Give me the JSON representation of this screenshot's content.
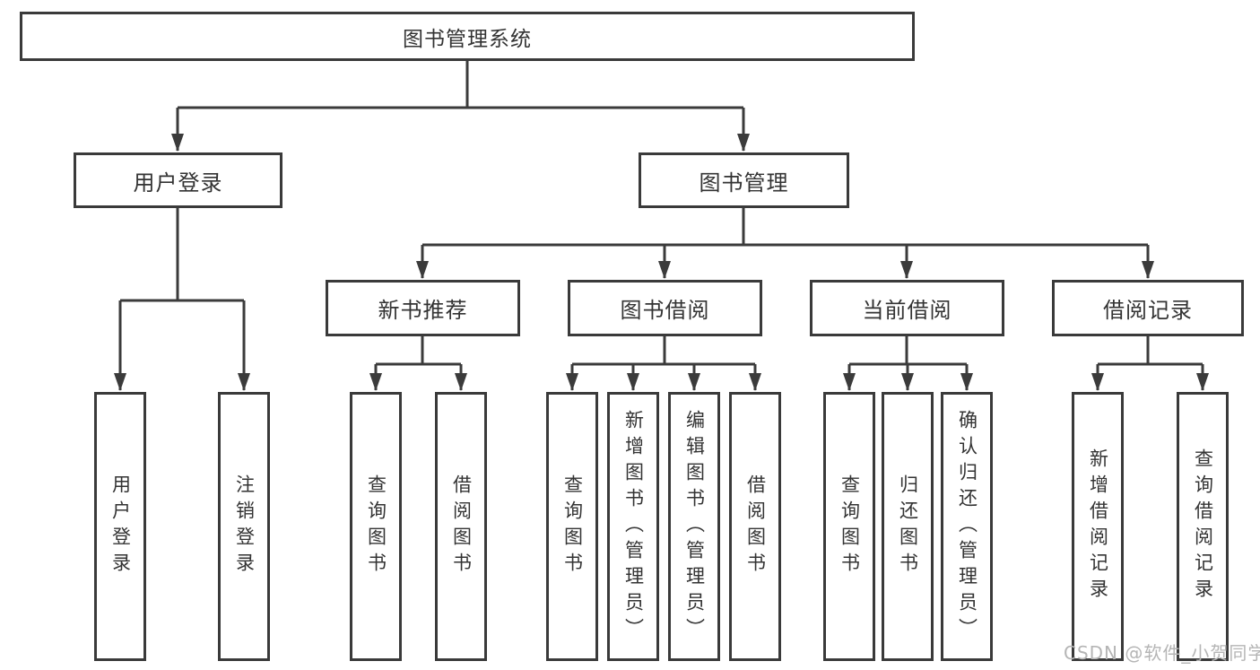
{
  "diagram_title": "图书管理系统",
  "nodes": {
    "root": {
      "label": "图书管理系统"
    },
    "user_login": {
      "label": "用户登录"
    },
    "book_mgmt": {
      "label": "图书管理"
    },
    "new_books": {
      "label": "新书推荐"
    },
    "book_borrow": {
      "label": "图书借阅"
    },
    "current_borrow": {
      "label": "当前借阅"
    },
    "borrow_records": {
      "label": "借阅记录"
    },
    "leaf_login": {
      "label": "用户登录"
    },
    "leaf_logout": {
      "label": "注销登录"
    },
    "leaf_nb_query": {
      "label": "查询图书"
    },
    "leaf_nb_borrow": {
      "label": "借阅图书"
    },
    "leaf_bb_query": {
      "label": "查询图书"
    },
    "leaf_bb_add": {
      "label": "新增图书（管理员）"
    },
    "leaf_bb_edit": {
      "label": "编辑图书（管理员）"
    },
    "leaf_bb_borrow": {
      "label": "借阅图书"
    },
    "leaf_cb_query": {
      "label": "查询图书"
    },
    "leaf_cb_return": {
      "label": "归还图书"
    },
    "leaf_cb_confirm": {
      "label": "确认归还（管理员）"
    },
    "leaf_br_add": {
      "label": "新增借阅记录"
    },
    "leaf_br_query": {
      "label": "查询借阅记录"
    }
  },
  "hierarchy": {
    "图书管理系统": {
      "用户登录": [
        "用户登录",
        "注销登录"
      ],
      "图书管理": {
        "新书推荐": [
          "查询图书",
          "借阅图书"
        ],
        "图书借阅": [
          "查询图书",
          "新增图书（管理员）",
          "编辑图书（管理员）",
          "借阅图书"
        ],
        "当前借阅": [
          "查询图书",
          "归还图书",
          "确认归还（管理员）"
        ],
        "借阅记录": [
          "新增借阅记录",
          "查询借阅记录"
        ]
      }
    }
  },
  "watermark": {
    "text": "CSDN @软件_小贺同学"
  },
  "colors": {
    "background": "#ffffff",
    "box_border": "#3a3a3a",
    "line": "#3b3b3b",
    "text": "#333333",
    "watermark": "#b5b5b5"
  }
}
